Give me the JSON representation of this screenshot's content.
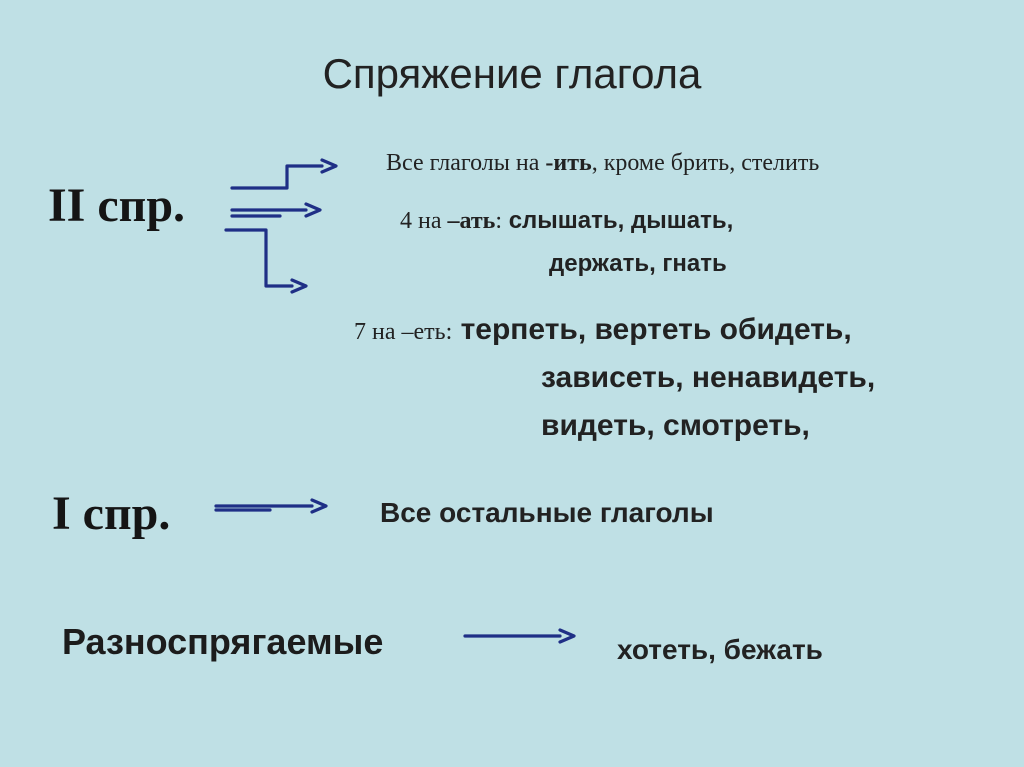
{
  "title": "Спряжение глагола",
  "second": {
    "label": "II спр.",
    "rule1": {
      "text": "Все глаголы на ",
      "suffix": "-ить",
      "rest": ", кроме брить, стелить"
    },
    "rule2": {
      "prefix": "4 на ",
      "suffix": "–ать",
      "colon": ":",
      "words_line1": " слышать, дышать,",
      "words_line2": "держать, гнать"
    },
    "rule3": {
      "prefix": "7 на –еть:",
      "words_line1": " терпеть, вертеть обидеть,",
      "words_line2": "зависеть, ненавидеть,",
      "words_line3": "видеть, смотреть,"
    }
  },
  "first": {
    "label": "I спр.",
    "rule": "Все остальные глаголы"
  },
  "mixed": {
    "label": "Разноспрягаемые",
    "words": "хотеть, бежать"
  },
  "colors": {
    "background": "#bfe0e5",
    "arrow": "#1f2f86",
    "text": "#1a1a1a"
  }
}
